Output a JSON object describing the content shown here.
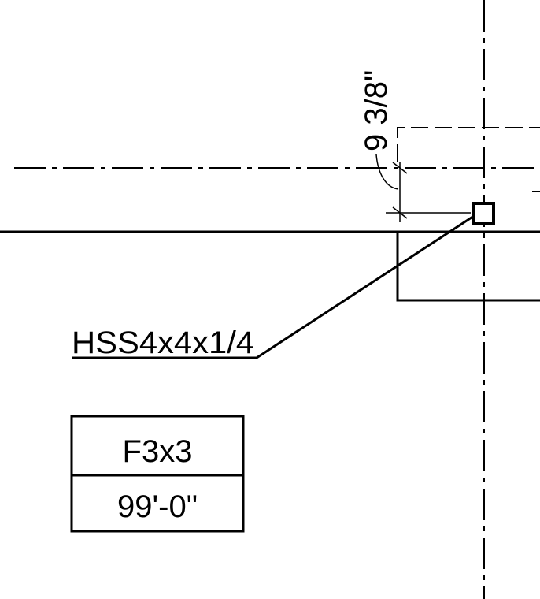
{
  "drawing": {
    "dimension_text": "9 3/8\"",
    "member_callout": "HSS4x4x1/4",
    "footing_tag": {
      "type": "F3x3",
      "elevation": "99'-0\""
    },
    "line_color": "#000000",
    "background": "#ffffff"
  }
}
